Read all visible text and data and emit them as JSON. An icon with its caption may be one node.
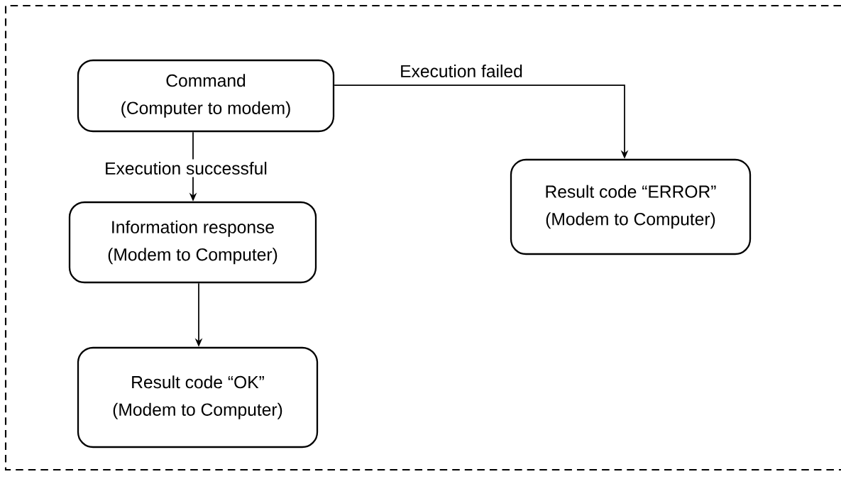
{
  "diagram": {
    "nodes": [
      {
        "text": [
          "Command",
          "(Computer to modem)"
        ]
      },
      {
        "text": [
          "Information response",
          "(Modem to Computer)"
        ]
      },
      {
        "text": [
          "Result code “OK”",
          "(Modem to Computer)"
        ]
      },
      {
        "text": [
          "Result code “ERROR”",
          "(Modem to Computer)"
        ]
      }
    ],
    "edges": [
      {
        "from": 0,
        "to": 1,
        "arrow": "to",
        "label": "Execution successful"
      },
      {
        "from": 0,
        "to": 3,
        "arrow": "to",
        "label": "Execution failed"
      },
      {
        "from": 1,
        "to": 2,
        "arrow": "to"
      }
    ]
  }
}
